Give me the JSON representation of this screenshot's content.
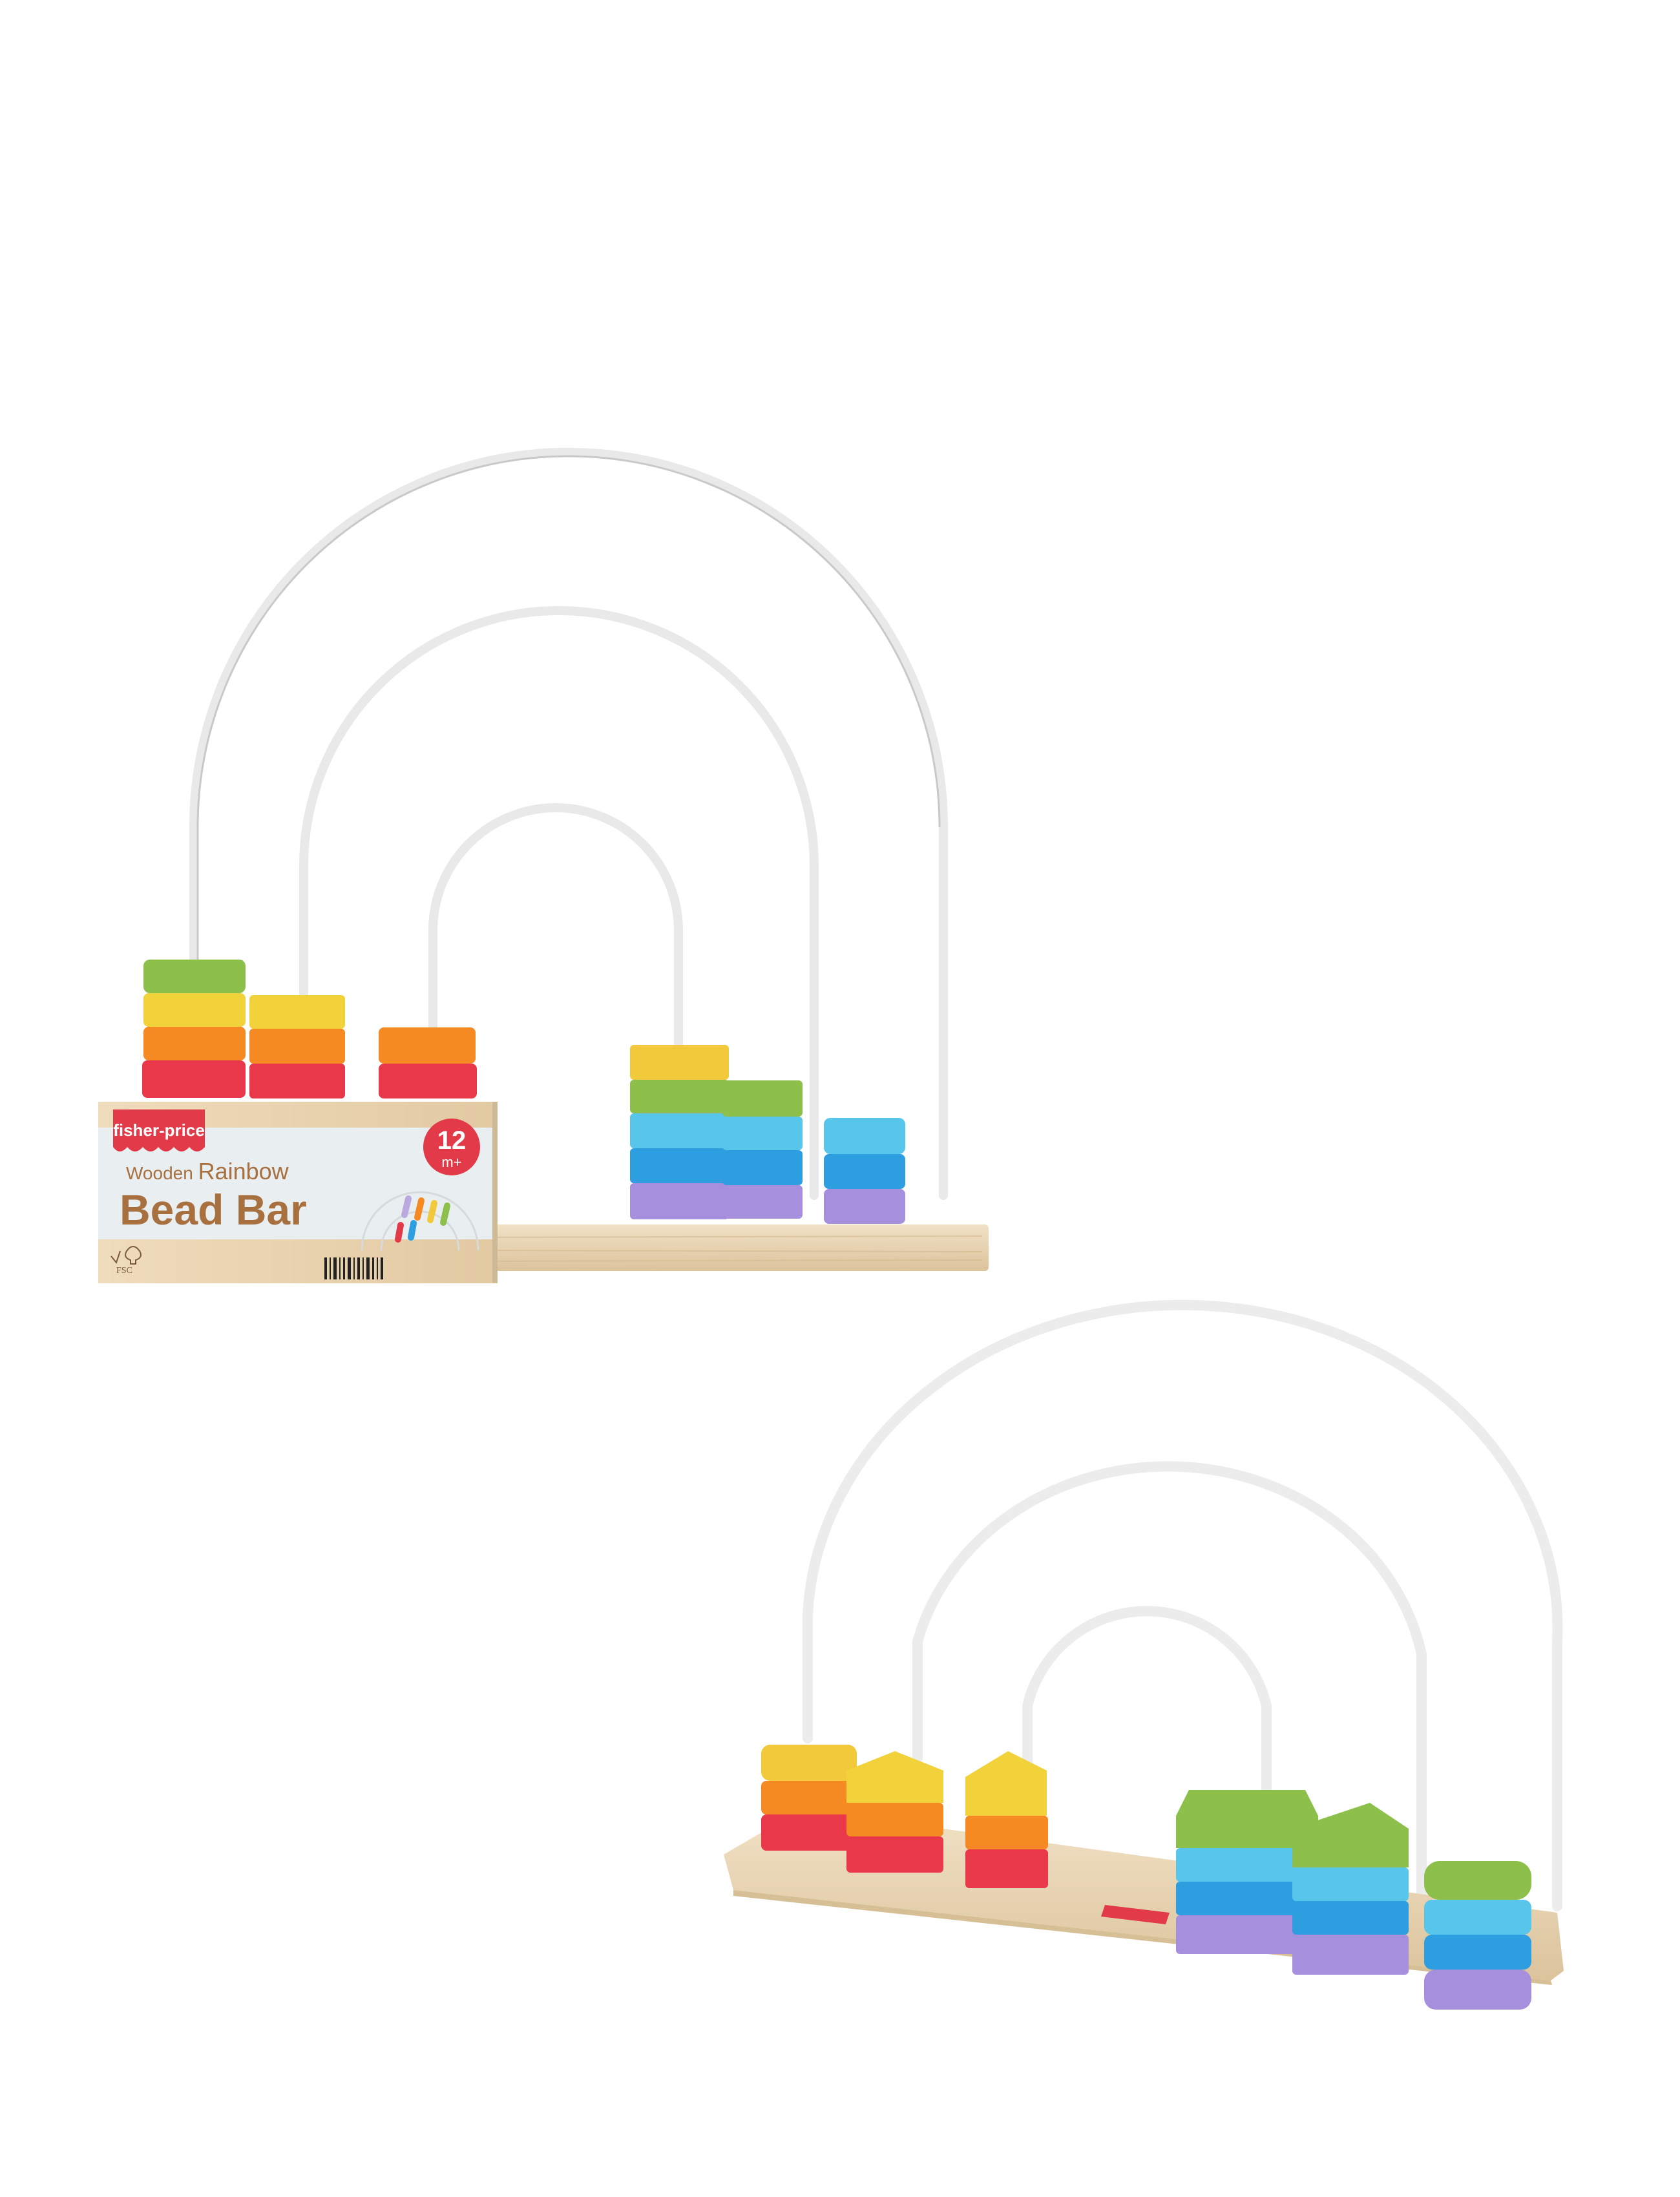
{
  "product": {
    "brand": "fisher-price",
    "name_line1_light": "Wooden",
    "name_line1_bold": "Rainbow",
    "name_line2": "Bead Bar",
    "age_number": "12",
    "age_unit": "m+",
    "certification": "FSC"
  },
  "colors": {
    "background": "#ffffff",
    "brand_red": "#e23a48",
    "text_brown": "#a8703f",
    "wire": "#f2f2f2",
    "wood": "#e8d4b4",
    "bead_red": "#e8384a",
    "bead_orange": "#f58a23",
    "bead_yellow": "#f2c93a",
    "bead_green": "#8cc04b",
    "bead_cyan": "#4fc3ea",
    "bead_blue": "#2d9ee0",
    "bead_purple": "#a690dd"
  },
  "views": [
    {
      "label": "packaged-view"
    },
    {
      "label": "unpackaged-view"
    }
  ]
}
